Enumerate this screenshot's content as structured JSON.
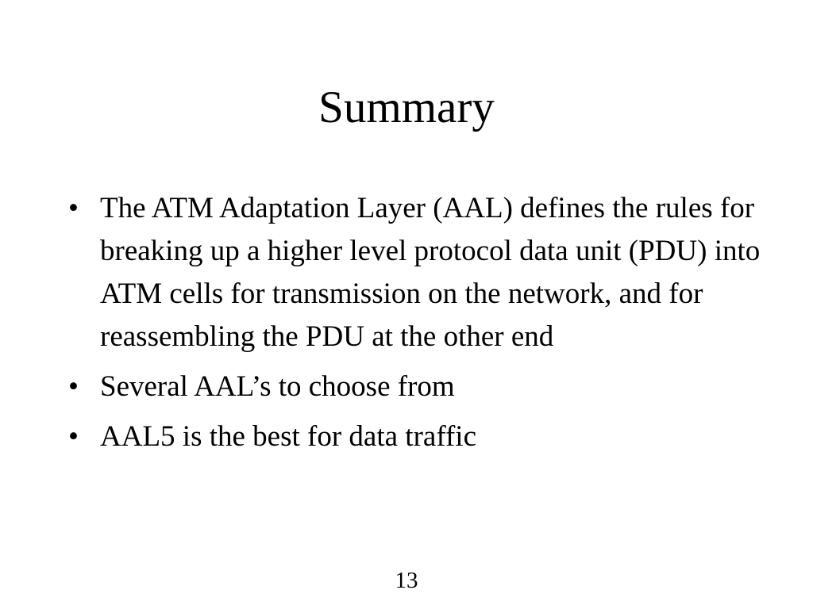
{
  "slide": {
    "title": "Summary",
    "bullet_symbol": "•",
    "bullets": [
      "The ATM Adaptation Layer (AAL) defines the rules for breaking up a higher level protocol data unit (PDU) into ATM cells for transmission on the network, and for reassembling the PDU at the other end",
      "Several AAL’s to choose from",
      "AAL5 is the best for data traffic"
    ],
    "page_number": "13"
  }
}
